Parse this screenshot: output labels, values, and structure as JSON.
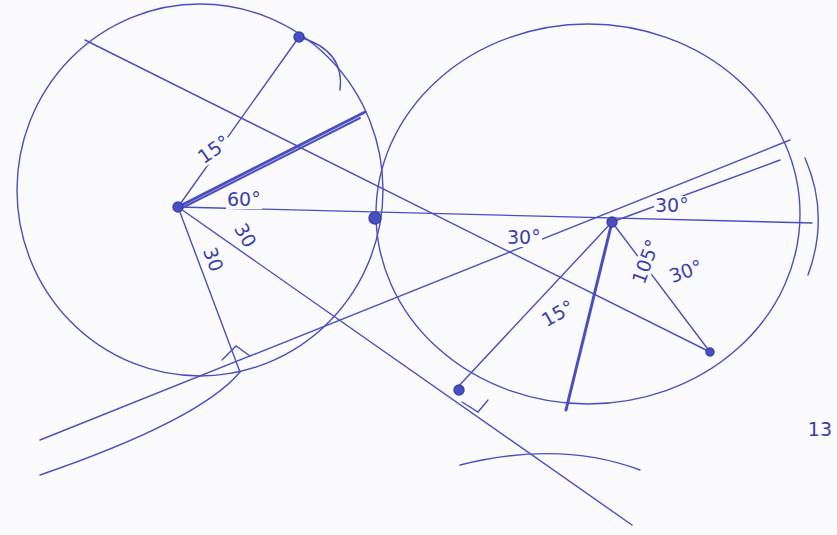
{
  "diagram": {
    "labels": [
      "15°",
      "60°",
      "30",
      "30",
      "30°",
      "30°",
      "105°",
      "30°",
      "15°",
      "13"
    ]
  }
}
